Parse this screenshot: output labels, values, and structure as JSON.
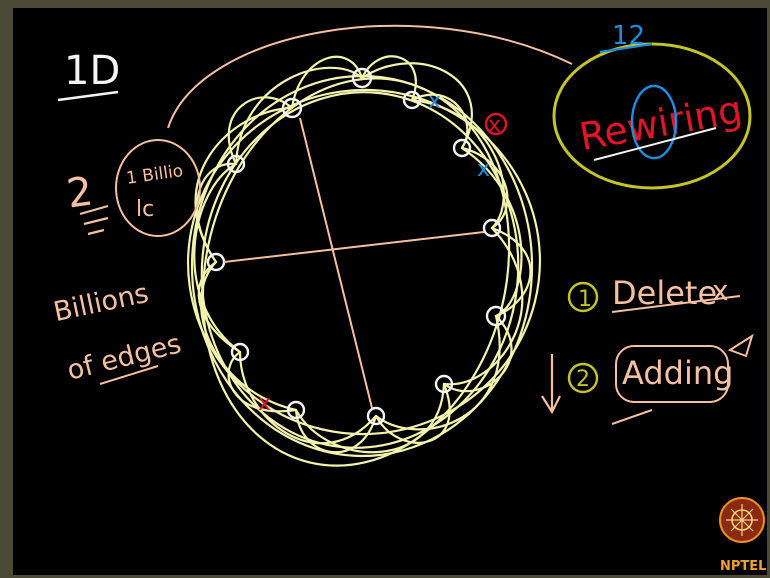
{
  "board": {
    "colors": {
      "background": "#000000",
      "frame": "#4a4a36",
      "chalk_white": "#f4f4f4",
      "pale_yellow": "#f3f3b0",
      "peach": "#f2c1a4",
      "olive": "#c4c42a",
      "red": "#e0142a",
      "blue": "#1e8fe0"
    },
    "notes": {
      "dimension": "1D",
      "count": "2",
      "billion": "1 Billio",
      "lc": "lc",
      "billions": "Billions",
      "of_edges": "of edges",
      "rewiring": "Rewiring",
      "rewiring_count": "12",
      "step_one_number": "1",
      "delete": "Delete",
      "step_two_number": "2",
      "adding": "Adding"
    },
    "marks": {
      "cross": "x"
    }
  },
  "logo": {
    "text": "NPTEL",
    "icon": "nptel-emblem-icon"
  }
}
